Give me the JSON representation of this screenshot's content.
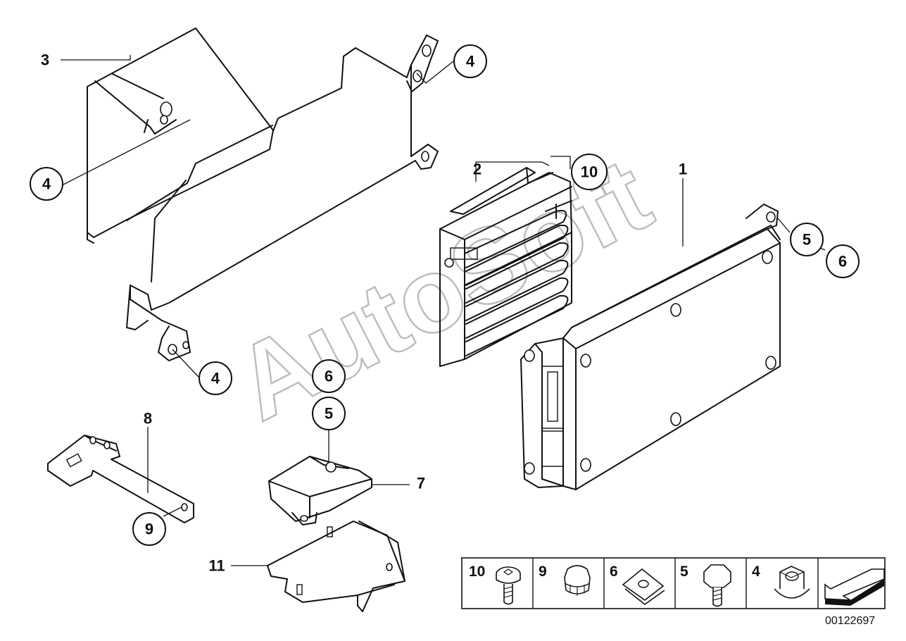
{
  "watermark": "AutoSoft",
  "document_number": "00122697",
  "callouts": {
    "c4_top_right": "4",
    "c4_left": "4",
    "c4_bottom": "4",
    "c10": "10",
    "c5_right": "5",
    "c6_right": "6",
    "c6_mid": "6",
    "c5_mid": "5",
    "c9": "9"
  },
  "labels": {
    "l3": "3",
    "l2": "2",
    "l1": "1",
    "l8": "8",
    "l7": "7",
    "l11": "11"
  },
  "legend": {
    "cells": [
      {
        "number": "10",
        "icon": "torx-screw-icon"
      },
      {
        "number": "9",
        "icon": "cap-nut-icon"
      },
      {
        "number": "6",
        "icon": "spring-clip-nut-icon"
      },
      {
        "number": "5",
        "icon": "hex-bolt-icon"
      },
      {
        "number": "4",
        "icon": "hex-nut-icon"
      },
      {
        "number": "",
        "icon": "direction-arrow-icon"
      }
    ]
  }
}
